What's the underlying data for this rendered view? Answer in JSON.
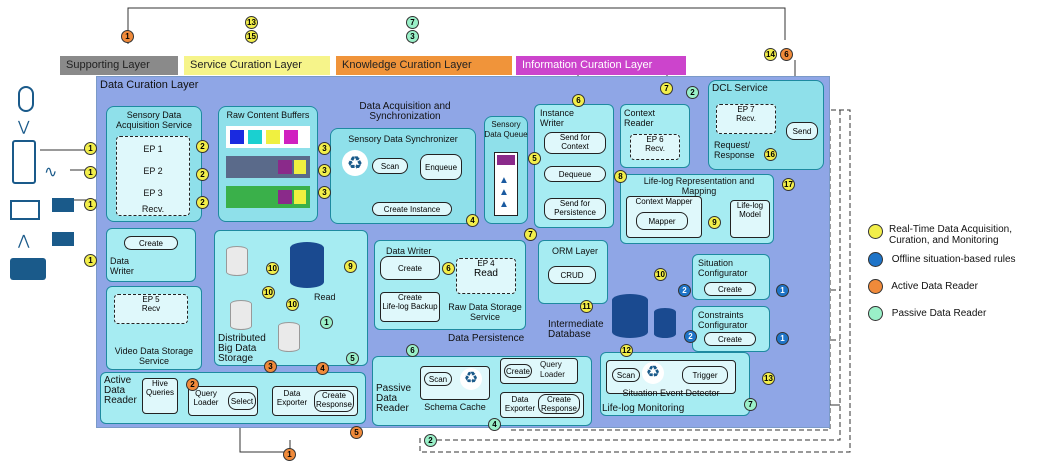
{
  "layers": {
    "supporting": "Supporting Layer",
    "service": "Service Curation Layer",
    "knowledge": "Knowledge Curation Layer",
    "information": "Information Curation Layer",
    "data_curation": "Data Curation Layer"
  },
  "colors": {
    "supporting": "#8a8a8a",
    "service": "#f6f48a",
    "knowledge": "#f0943a",
    "information": "#cc44cc",
    "data_curation": "#8fa6e6",
    "teal": "#8fe0ea"
  },
  "sensory": {
    "title": "Sensory Data Acquisition Service",
    "ep1": "EP 1",
    "ep2": "EP 2",
    "ep3": "EP 3",
    "recv": "Recv."
  },
  "raw_buffers": {
    "title": "Raw Content Buffers"
  },
  "acq": {
    "title": "Data Acquisition and Synchronization",
    "sync_title": "Sensory Data Synchronizer",
    "scan": "Scan",
    "enqueue": "Enqueue",
    "create_instance": "Create Instance",
    "queue_title": "Sensory Data Queue",
    "instance_writer": "Instance Writer",
    "send_context": "Send for Context",
    "dequeue": "Dequeue",
    "send_persistence": "Send for Persistence"
  },
  "context_reader": {
    "title": "Context Reader",
    "ep6": "EP 6",
    "recv": "Recv."
  },
  "dcl_service": {
    "title": "DCL Service",
    "ep7": "EP 7",
    "recv": "Recv.",
    "send": "Send",
    "req_resp": "Request/ Response"
  },
  "lifelog_rep": {
    "title": "Life-log Representation and Mapping",
    "context_mapper": "Context Mapper",
    "mapper": "Mapper",
    "model": "Life-log Model"
  },
  "data_writer_left": {
    "create": "Create",
    "title": "Data Writer"
  },
  "video": {
    "ep5": "EP 5",
    "recv": "Recv",
    "title": "Video Data Storage Service"
  },
  "big_data": {
    "title": "Distributed Big Data Storage",
    "read": "Read"
  },
  "raw_storage": {
    "data_writer": "Data Writer",
    "create": "Create",
    "ep4": "EP 4",
    "read": "Read",
    "backup_create": "Create",
    "backup": "Life-log Backup",
    "title": "Raw Data Storage Service"
  },
  "data_persistence": "Data Persistence",
  "orm": {
    "title": "ORM Layer",
    "crud": "CRUD"
  },
  "intermediate_db": "Intermediate Database",
  "situation_conf": {
    "title": "Situation Configurator",
    "create": "Create"
  },
  "constraints_conf": {
    "title": "Constraints Configurator",
    "create": "Create"
  },
  "lifelog_monitoring": {
    "title": "Life-log Monitoring",
    "scan": "Scan",
    "trigger": "Trigger",
    "detector": "Situation Event Detector"
  },
  "active_reader": {
    "title": "Active Data Reader",
    "hive": "Hive Queries",
    "query_loader": "Query Loader",
    "select": "Select",
    "exporter": "Data Exporter",
    "create_response": "Create Response"
  },
  "passive_reader": {
    "title": "Passive Data Reader",
    "scan": "Scan",
    "schema_cache": "Schema Cache",
    "create": "Create",
    "query_loader": "Query Loader",
    "exporter": "Data Exporter",
    "create_response": "Create Response"
  },
  "legend": [
    {
      "color": "#f2ee4a",
      "text": "Real-Time Data Acquisition, Curation, and Monitoring"
    },
    {
      "color": "#1e74c8",
      "text": "Offline situation-based rules"
    },
    {
      "color": "#f08a3a",
      "text": "Active Data Reader"
    },
    {
      "color": "#9af0c8",
      "text": "Passive Data Reader"
    }
  ],
  "markers": {
    "n1": "1",
    "n2": "2",
    "n3": "3",
    "n4": "4",
    "n5": "5",
    "n6": "6",
    "n7": "7",
    "n8": "8",
    "n9": "9",
    "n10": "10",
    "n11": "11",
    "n12": "12",
    "n13": "13",
    "n14": "14",
    "n15": "15",
    "n16": "16",
    "n17": "17"
  }
}
